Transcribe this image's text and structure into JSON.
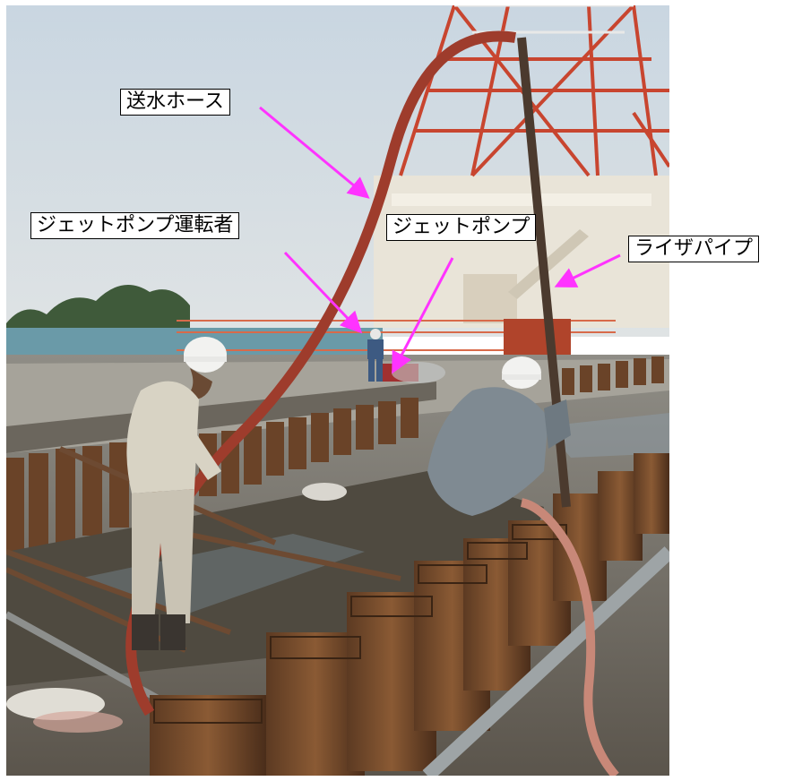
{
  "labels": {
    "water_hose": "送水ホース",
    "jet_pump_operator": "ジェットポンプ運転者",
    "jet_pump": "ジェットポンプ",
    "riser_pipe": "ライザパイプ"
  },
  "colors": {
    "arrow": "#ff33ff",
    "label_border": "#000000",
    "label_bg": "#ffffff"
  }
}
